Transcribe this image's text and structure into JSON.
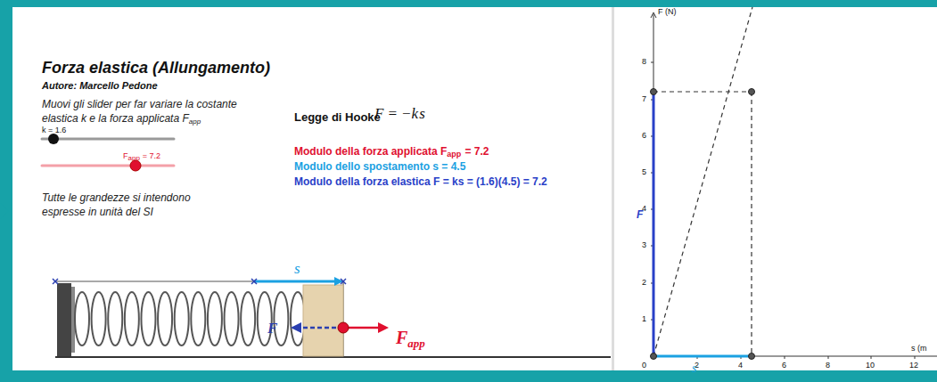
{
  "diagram": {
    "title": "Forza elastica (Allungamento)",
    "labels": [
      "Autore: Marcello Pedone",
      "Muovi gli slider per far variare la costante",
      "elastica k e la forza applicata F",
      "app",
      "k = 1.6",
      "F",
      "app",
      "= 7.2",
      "Tutte le grandezze si intendono",
      "espresse in unità del SI",
      "Legge di Hooke",
      "F",
      "= −k",
      "s",
      "Modulo della forza applicata F",
      "app",
      "= 7.2",
      "Modulo dello spostamento s = 4.5",
      "Modulo della forza elastica F = ks = (1.6)(4.5) = 7.2",
      "s",
      "F",
      "F",
      "app",
      "F (N)",
      "1",
      "2",
      "3",
      "4",
      "5",
      "6",
      "7",
      "8",
      "0",
      "2",
      "4",
      "6",
      "8",
      "10",
      "12",
      "s (m",
      "F",
      "s"
    ]
  }
}
